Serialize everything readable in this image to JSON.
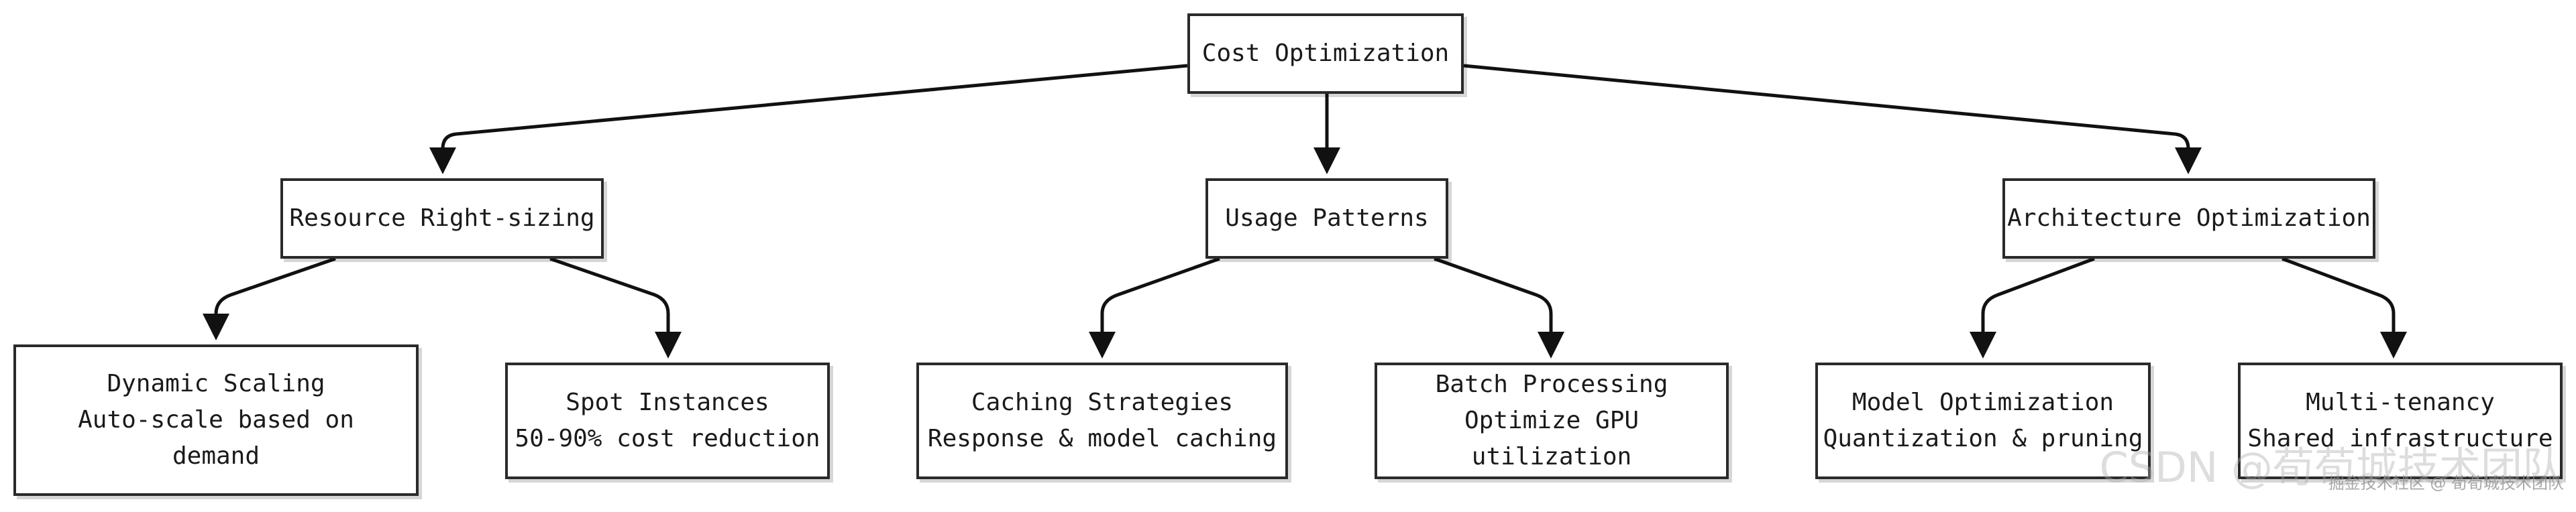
{
  "root": {
    "title": "Cost Optimization"
  },
  "categories": [
    {
      "title": "Resource Right-sizing"
    },
    {
      "title": "Usage Patterns"
    },
    {
      "title": "Architecture Optimization"
    }
  ],
  "leaves": [
    {
      "title": "Dynamic Scaling",
      "detail": "Auto-scale based on",
      "detail2": "demand"
    },
    {
      "title": "Spot Instances",
      "detail": "50-90% cost reduction"
    },
    {
      "title": "Caching Strategies",
      "detail": "Response & model caching"
    },
    {
      "title": "Batch Processing",
      "detail": "Optimize GPU utilization"
    },
    {
      "title": "Model Optimization",
      "detail": "Quantization & pruning"
    },
    {
      "title": "Multi-tenancy",
      "detail": "Shared infrastructure"
    }
  ],
  "watermark": {
    "main": "CSDN @荀荀城技术团队",
    "sub": "掘金技术社区 @ 荀荀城技术团队"
  },
  "colors": {
    "line": "#111111",
    "border": "#2a2a2a"
  }
}
